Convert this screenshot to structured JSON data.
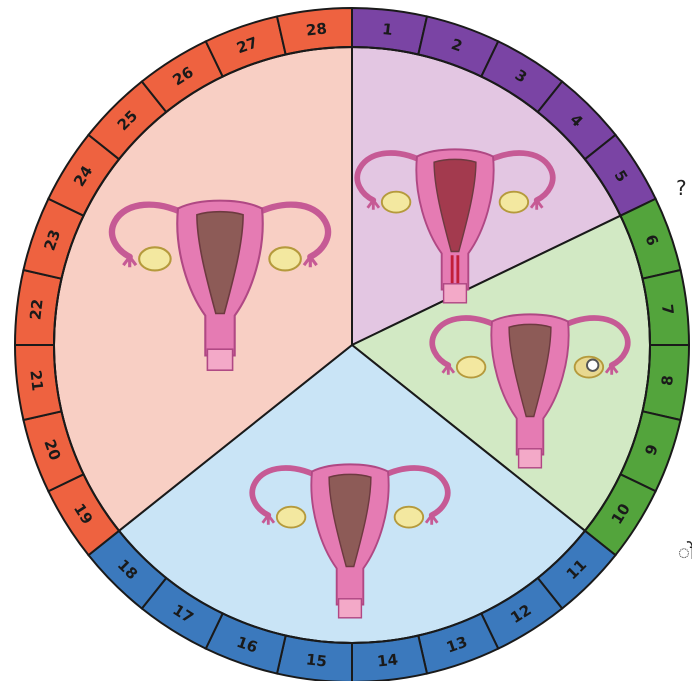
{
  "diagram": {
    "center_label": "",
    "phases": [
      {
        "key": "menstrual",
        "days": [
          "1",
          "2",
          "3",
          "4",
          "5"
        ],
        "ring_color": "#7a44a4",
        "fill_color": "#e3c6e2",
        "uterus_icon": "uterus-menstrual-icon"
      },
      {
        "key": "follicular",
        "days": [
          "6",
          "7",
          "8",
          "9",
          "10"
        ],
        "ring_color": "#53a43c",
        "fill_color": "#d2e9c4",
        "uterus_icon": "uterus-follicular-icon"
      },
      {
        "key": "ovulation",
        "days": [
          "11",
          "12",
          "13",
          "14",
          "15",
          "16",
          "17",
          "18"
        ],
        "ring_color": "#3b79bd",
        "fill_color": "#c9e4f6",
        "uterus_icon": "uterus-ovulation-icon"
      },
      {
        "key": "luteal",
        "days": [
          "19",
          "20",
          "21",
          "22",
          "23",
          "24",
          "25",
          "26",
          "27",
          "28"
        ],
        "ring_color": "#ee6240",
        "fill_color": "#f8cfc4",
        "uterus_icon": "uterus-luteal-icon"
      }
    ]
  },
  "margin_text": {
    "question_mark": "?",
    "devanagari_glyph": "ो"
  }
}
